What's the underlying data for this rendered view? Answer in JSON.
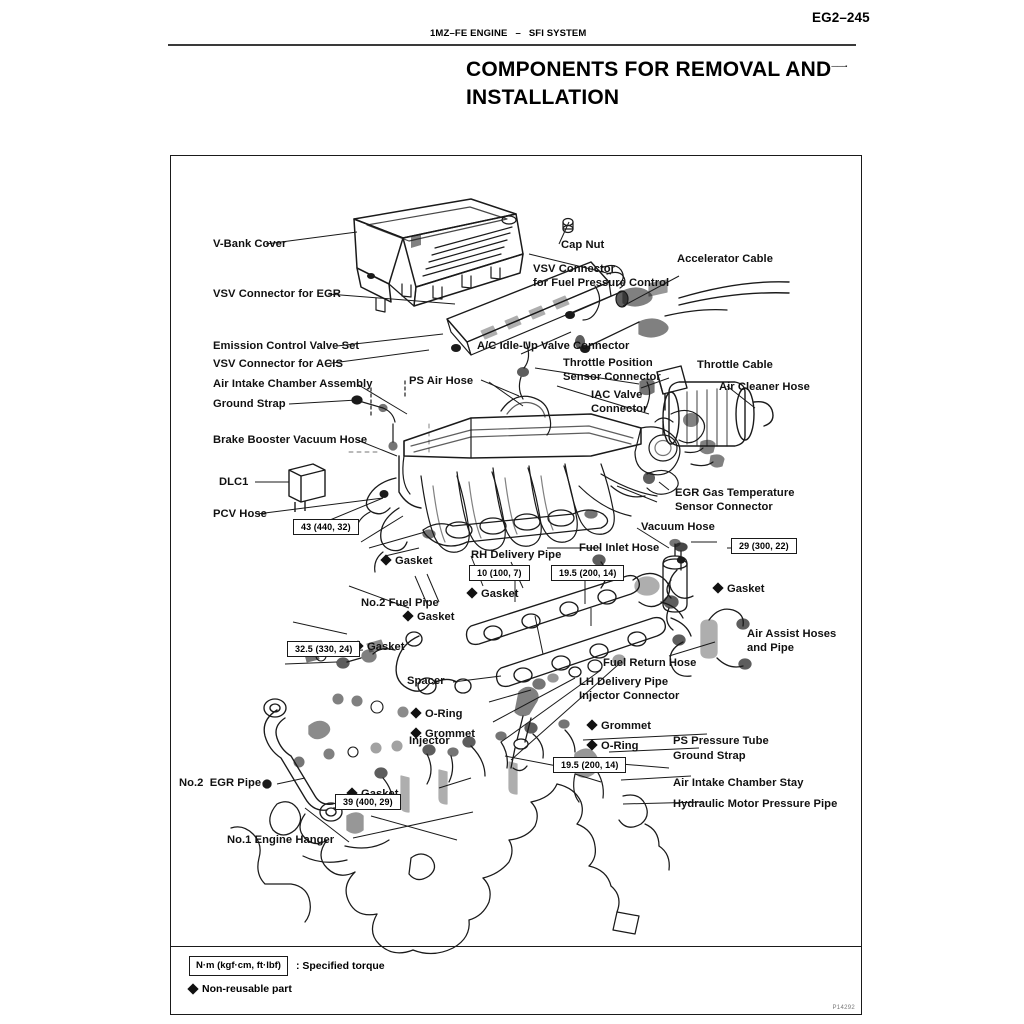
{
  "header": {
    "page_number": "EG2–245",
    "engine": "1MZ–FE ENGINE",
    "separator": "–",
    "system": "SFI SYSTEM"
  },
  "title": {
    "line1": "COMPONENTS FOR REMOVAL AND",
    "line2": "INSTALLATION",
    "superscript": "——–▪"
  },
  "figure": {
    "code": "P14292"
  },
  "labels_left": [
    {
      "id": "v-bank-cover",
      "text": "V-Bank Cover"
    },
    {
      "id": "vsv-connector-egr",
      "text": "VSV Connector for EGR"
    },
    {
      "id": "emission-control-valve-set",
      "text": "Emission Control Valve Set"
    },
    {
      "id": "vsv-connector-acis",
      "text": "VSV Connector for ACIS"
    },
    {
      "id": "air-intake-chamber-assembly",
      "text": "Air Intake Chamber Assembly"
    },
    {
      "id": "ground-strap",
      "text": "Ground Strap"
    },
    {
      "id": "brake-booster-vacuum-hose",
      "text": "Brake Booster Vacuum Hose"
    },
    {
      "id": "dlc1",
      "text": "DLC1"
    },
    {
      "id": "pcv-hose",
      "text": "PCV Hose"
    },
    {
      "id": "no2-fuel-pipe",
      "text": "No.2 Fuel Pipe"
    },
    {
      "id": "no2-egr-pipe",
      "text": "No.2  EGR Pipe"
    },
    {
      "id": "no1-engine-hanger",
      "text": "No.1 Engine Hanger"
    }
  ],
  "labels_center": [
    {
      "id": "ps-air-hose",
      "text": "PS Air Hose"
    },
    {
      "id": "rh-delivery-pipe",
      "text": "RH Delivery Pipe"
    },
    {
      "id": "spacer",
      "text": "Spacer"
    },
    {
      "id": "injector",
      "text": "Injector"
    },
    {
      "id": "fuel-inlet-hose",
      "text": "Fuel Inlet Hose"
    },
    {
      "id": "vacuum-hose",
      "text": "Vacuum Hose"
    },
    {
      "id": "fuel-return-hose",
      "text": "Fuel Return Hose"
    },
    {
      "id": "lh-delivery-pipe",
      "text": "LH Delivery Pipe"
    },
    {
      "id": "injector-connector",
      "text": "Injector Connector"
    }
  ],
  "labels_right": [
    {
      "id": "cap-nut",
      "text": "Cap Nut"
    },
    {
      "id": "vsv-connector-fuel-pressure",
      "text": "VSV Connector\nfor Fuel Pressure Control"
    },
    {
      "id": "accelerator-cable",
      "text": "Accelerator Cable"
    },
    {
      "id": "throttle-cable",
      "text": "Throttle Cable"
    },
    {
      "id": "ac-idle-up-valve-connector",
      "text": "A/C Idle-Up Valve Connector"
    },
    {
      "id": "throttle-position-sensor-connector",
      "text": "Throttle Position\nSensor Connector"
    },
    {
      "id": "iac-valve-connector",
      "text": "IAC Valve\nConnector"
    },
    {
      "id": "air-cleaner-hose",
      "text": "Air Cleaner Hose"
    },
    {
      "id": "egr-gas-temperature-sensor-connector",
      "text": "EGR Gas Temperature\nSensor Connector"
    },
    {
      "id": "air-assist-hoses-and-pipe",
      "text": "Air Assist Hoses\nand Pipe"
    },
    {
      "id": "ps-pressure-tube",
      "text": "PS Pressure Tube"
    },
    {
      "id": "ground-strap-lower",
      "text": "Ground Strap"
    },
    {
      "id": "air-intake-chamber-stay",
      "text": "Air Intake Chamber Stay"
    },
    {
      "id": "hydraulic-motor-pressure-pipe",
      "text": "Hydraulic Motor Pressure Pipe"
    }
  ],
  "non_reusable_labels": [
    {
      "id": "gasket-1",
      "text": "Gasket"
    },
    {
      "id": "gasket-2",
      "text": "Gasket"
    },
    {
      "id": "gasket-3",
      "text": "Gasket"
    },
    {
      "id": "gasket-4",
      "text": "Gasket"
    },
    {
      "id": "gasket-5",
      "text": "Gasket"
    },
    {
      "id": "gasket-6",
      "text": "Gasket"
    },
    {
      "id": "o-ring-1",
      "text": "O-Ring"
    },
    {
      "id": "o-ring-2",
      "text": "O-Ring"
    },
    {
      "id": "grommet-1",
      "text": "Grommet"
    },
    {
      "id": "grommet-2",
      "text": "Grommet"
    }
  ],
  "torque_specs": [
    {
      "id": "torque-43",
      "value": "43 (440, 32)"
    },
    {
      "id": "torque-10",
      "value": "10 (100, 7)"
    },
    {
      "id": "torque-195",
      "value": "19.5 (200, 14)"
    },
    {
      "id": "torque-29",
      "value": "29 (300, 22)"
    },
    {
      "id": "torque-325",
      "value": "32.5 (330, 24)"
    },
    {
      "id": "torque-195b",
      "value": "19.5 (200, 14)"
    },
    {
      "id": "torque-39",
      "value": "39 (400, 29)"
    }
  ],
  "legend": {
    "torque_units": "N·m (kgf·cm, ft·lbf)",
    "torque_meaning": ": Specified torque",
    "non_reusable": "Non-reusable part"
  }
}
